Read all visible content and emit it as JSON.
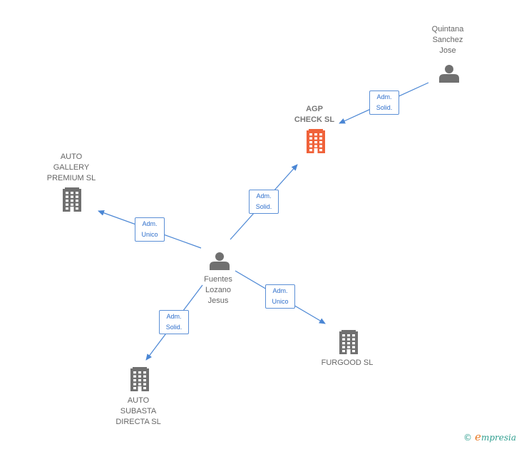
{
  "colors": {
    "edge": "#4a86d4",
    "company_icon": "#707070",
    "highlight_icon": "#f0623a",
    "person_icon": "#707070",
    "brand_teal": "#2f9e8f",
    "brand_orange": "#e87722"
  },
  "nodes": [
    {
      "id": "quintana",
      "type": "person",
      "label": "Quintana\nSanchez\nJose"
    },
    {
      "id": "agp",
      "type": "company-highlight",
      "label": "AGP\nCHECK  SL"
    },
    {
      "id": "autogallery",
      "type": "company",
      "label": "AUTO\nGALLERY\nPREMIUM  SL"
    },
    {
      "id": "fuentes",
      "type": "person",
      "label": "Fuentes\nLozano\nJesus"
    },
    {
      "id": "furgood",
      "type": "company",
      "label": "FURGOOD  SL"
    },
    {
      "id": "autosubasta",
      "type": "company",
      "label": "AUTO\nSUBASTA\nDIRECTA SL"
    }
  ],
  "edges": [
    {
      "from": "quintana",
      "to": "agp",
      "line1": "Adm.",
      "line2": "Solid."
    },
    {
      "from": "fuentes",
      "to": "agp",
      "line1": "Adm.",
      "line2": "Solid."
    },
    {
      "from": "fuentes",
      "to": "autogallery",
      "line1": "Adm.",
      "line2": "Unico"
    },
    {
      "from": "fuentes",
      "to": "furgood",
      "line1": "Adm.",
      "line2": "Unico"
    },
    {
      "from": "fuentes",
      "to": "autosubasta",
      "line1": "Adm.",
      "line2": "Solid."
    }
  ],
  "brand": {
    "copyright": "©",
    "e": "e",
    "rest": "mpresia"
  }
}
